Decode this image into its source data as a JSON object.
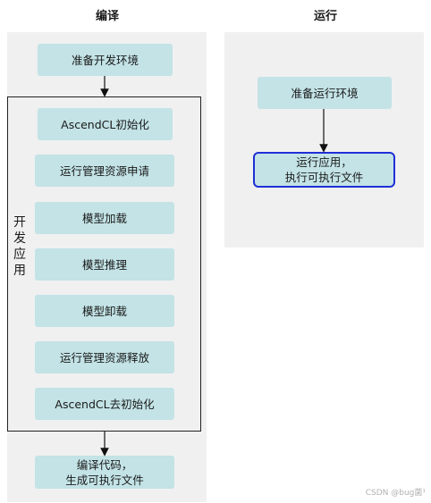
{
  "columns": {
    "compile": "编译",
    "run": "运行"
  },
  "compile": {
    "prepare_env": "准备开发环境",
    "group_label": "开\n发\n应\n用",
    "steps": [
      "AscendCL初始化",
      "运行管理资源申请",
      "模型加载",
      "模型推理",
      "模型卸载",
      "运行管理资源释放",
      "AscendCL去初始化"
    ],
    "build": "编译代码，\n生成可执行文件"
  },
  "run": {
    "prepare_env": "准备运行环境",
    "execute": "运行应用，\n执行可执行文件"
  },
  "watermark": "CSDN @bug菌¹",
  "colors": {
    "box_fill": "#c3e3e6",
    "panel_fill": "#f0f0f0",
    "highlight_border": "#1f2fd6"
  }
}
